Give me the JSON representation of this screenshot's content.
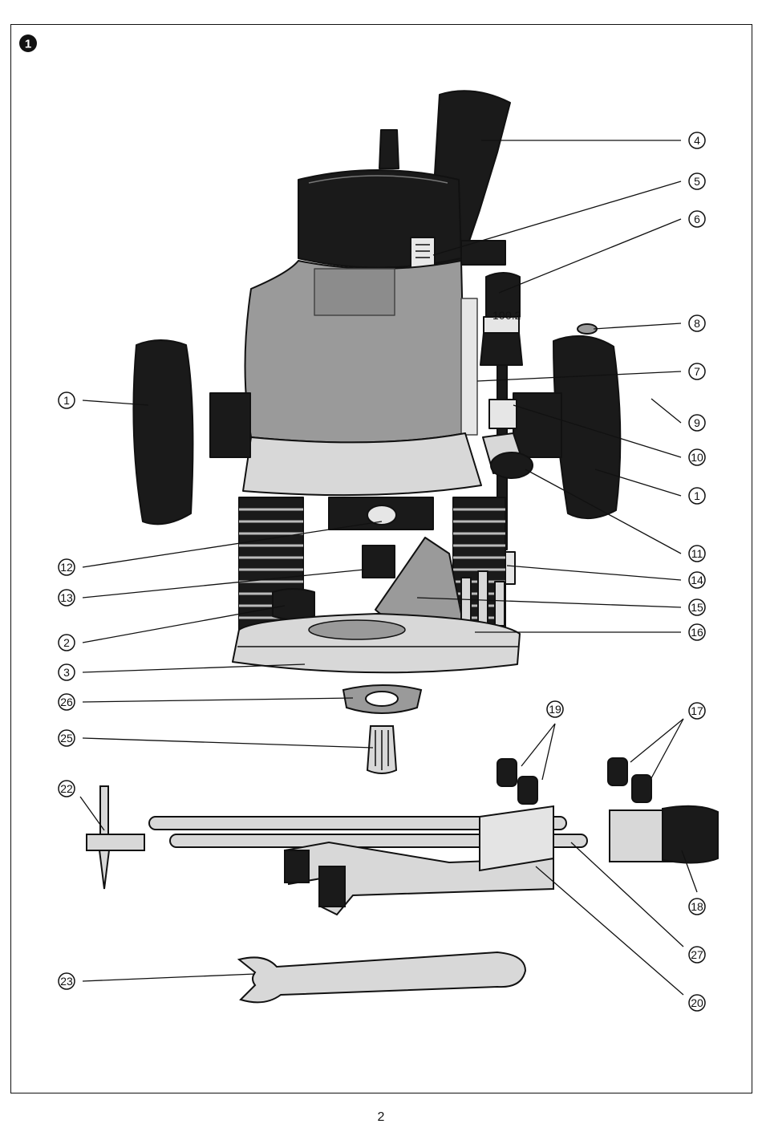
{
  "figure": {
    "number": "1"
  },
  "callouts": [
    {
      "id": "c4",
      "label": "4"
    },
    {
      "id": "c5",
      "label": "5"
    },
    {
      "id": "c6",
      "label": "6"
    },
    {
      "id": "c8",
      "label": "8"
    },
    {
      "id": "c7",
      "label": "7"
    },
    {
      "id": "c1a",
      "label": "1"
    },
    {
      "id": "c9",
      "label": "9"
    },
    {
      "id": "c10",
      "label": "10"
    },
    {
      "id": "c1b",
      "label": "1"
    },
    {
      "id": "c11",
      "label": "11"
    },
    {
      "id": "c12",
      "label": "12"
    },
    {
      "id": "c14",
      "label": "14"
    },
    {
      "id": "c13",
      "label": "13"
    },
    {
      "id": "c15",
      "label": "15"
    },
    {
      "id": "c2",
      "label": "2"
    },
    {
      "id": "c16",
      "label": "16"
    },
    {
      "id": "c3",
      "label": "3"
    },
    {
      "id": "c26",
      "label": "26"
    },
    {
      "id": "c19",
      "label": "19"
    },
    {
      "id": "c17",
      "label": "17"
    },
    {
      "id": "c25",
      "label": "25"
    },
    {
      "id": "c22",
      "label": "22"
    },
    {
      "id": "c18",
      "label": "18"
    },
    {
      "id": "c27",
      "label": "27"
    },
    {
      "id": "c23",
      "label": "23"
    },
    {
      "id": "c20",
      "label": "20"
    }
  ],
  "depth_scale": {
    "left": "10",
    "right": "0.2"
  },
  "page": {
    "number": "2"
  },
  "colors": {
    "line": "#111111",
    "housing_gray": "#9a9a9a",
    "light_gray": "#d4d4d4",
    "dark": "#1a1a1a"
  }
}
